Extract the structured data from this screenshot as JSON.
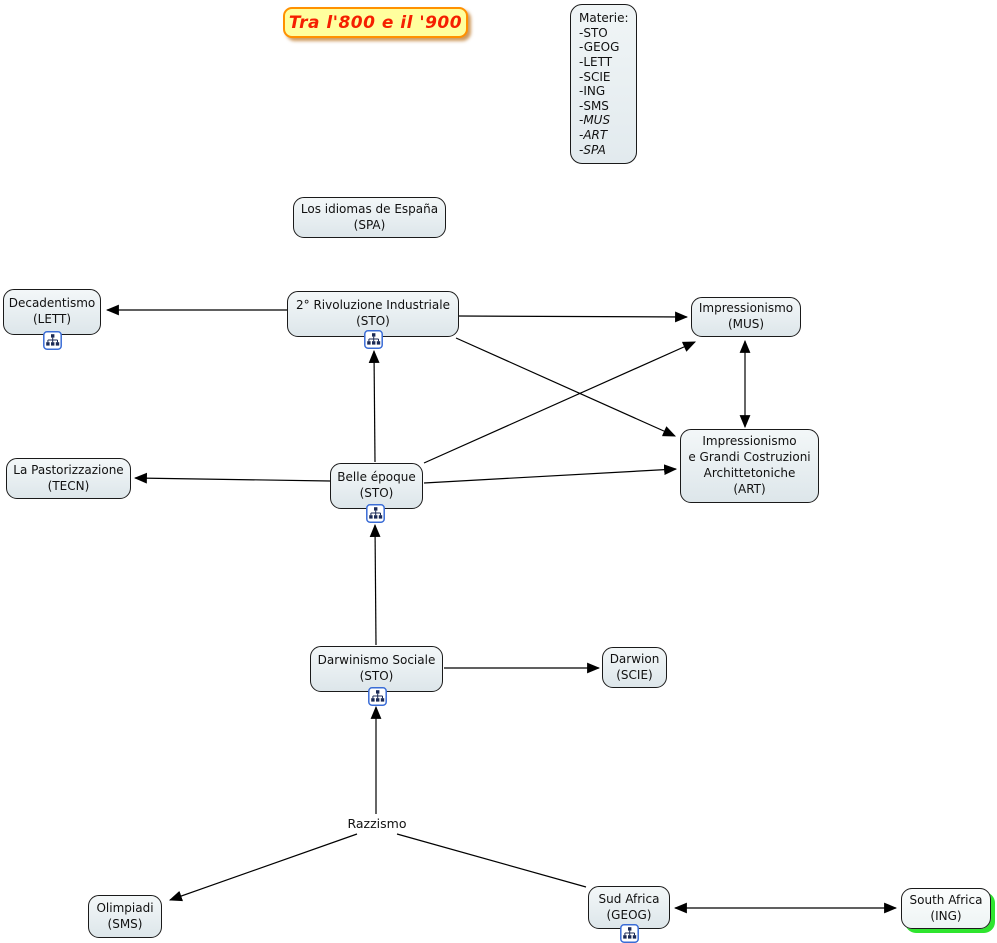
{
  "title": "Tra l'800 e il '900",
  "legend": {
    "heading": "Materie:",
    "items": [
      "-STO",
      "-GEOG",
      "-LETT",
      "-SCIE",
      "-ING",
      "-SMS",
      "-MUS",
      "-ART",
      "-SPA"
    ]
  },
  "nodes": {
    "spa": {
      "line1": "Los idiomas de España",
      "line2": "(SPA)"
    },
    "decadentismo": {
      "line1": "Decadentismo",
      "line2": "(LETT)"
    },
    "rivoluzione": {
      "line1": "2° Rivoluzione Industriale",
      "line2": "(STO)"
    },
    "impressionismo_mus": {
      "line1": "Impressionismo",
      "line2": "(MUS)"
    },
    "pastorizzazione": {
      "line1": "La Pastorizzazione",
      "line2": "(TECN)"
    },
    "belle_epoque": {
      "line1": "Belle époque",
      "line2": "(STO)"
    },
    "art": {
      "line1": "Impressionismo",
      "line2": "e Grandi Costruzioni",
      "line3": "Archittetoniche",
      "line4": "(ART)"
    },
    "darwinismo": {
      "line1": "Darwinismo Sociale",
      "line2": "(STO)"
    },
    "darwion": {
      "line1": "Darwion",
      "line2": "(SCIE)"
    },
    "olimpiadi": {
      "line1": "Olimpiadi",
      "line2": "(SMS)"
    },
    "sud_africa": {
      "line1": "Sud Africa",
      "line2": "(GEOG)"
    },
    "south_africa": {
      "line1": "South Africa",
      "line2": "(ING)"
    }
  },
  "labels": {
    "razzismo": "Razzismo"
  },
  "icons": {
    "linked_map": "linked-cmap-resource-icon"
  },
  "colors": {
    "title_text": "#f51f00",
    "title_bg": "#ffff9e",
    "title_border": "#ff9100",
    "node_fill": "#e8eff2",
    "node_border": "#1a1a1a",
    "arrow": "#000000",
    "south_africa_shadow": "#2fe52f",
    "icon_border": "#3a6cd6"
  }
}
